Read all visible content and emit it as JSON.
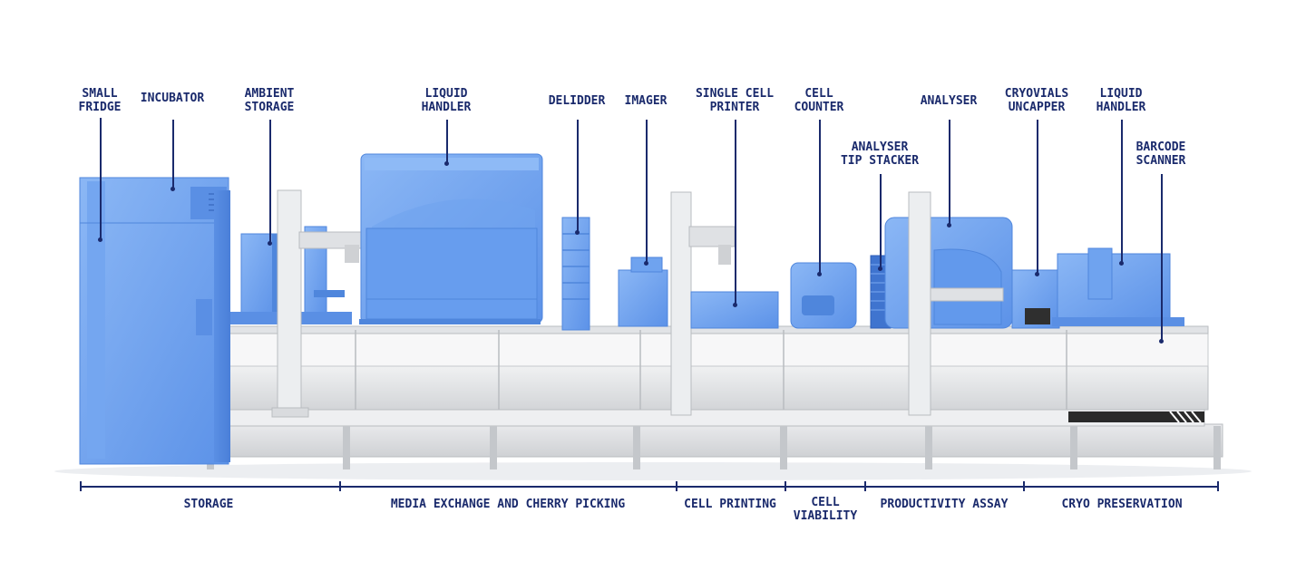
{
  "labels": {
    "small_fridge": [
      "SMALL",
      "FRIDGE"
    ],
    "incubator": [
      "INCUBATOR"
    ],
    "ambient_storage": [
      "AMBIENT",
      "STORAGE"
    ],
    "liquid_handler_1": [
      "LIQUID",
      "HANDLER"
    ],
    "delidder": [
      "DELIDDER"
    ],
    "imager": [
      "IMAGER"
    ],
    "single_cell_printer": [
      "SINGLE CELL",
      "PRINTER"
    ],
    "cell_counter": [
      "CELL",
      "COUNTER"
    ],
    "analyser_tip_stacker": [
      "ANALYSER",
      "TIP STACKER"
    ],
    "analyser": [
      "ANALYSER"
    ],
    "cryovials_uncapper": [
      "CRYOVIALS",
      "UNCAPPER"
    ],
    "liquid_handler_2": [
      "LIQUID",
      "HANDLER"
    ],
    "barcode_scanner": [
      "BARCODE",
      "SCANNER"
    ]
  },
  "sections": {
    "storage": [
      "STORAGE"
    ],
    "media_exchange": [
      "MEDIA EXCHANGE AND CHERRY PICKING"
    ],
    "cell_printing": [
      "CELL PRINTING"
    ],
    "cell_viability": [
      "CELL",
      "VIABILITY"
    ],
    "productivity_assay": [
      "PRODUCTIVITY ASSAY"
    ],
    "cryo_preservation": [
      "CRYO PRESERVATION"
    ]
  },
  "colors": {
    "label": "#1a2a6c",
    "instrument_blue": "#6fa3ef",
    "frame_grey": "#d4d6d9"
  }
}
